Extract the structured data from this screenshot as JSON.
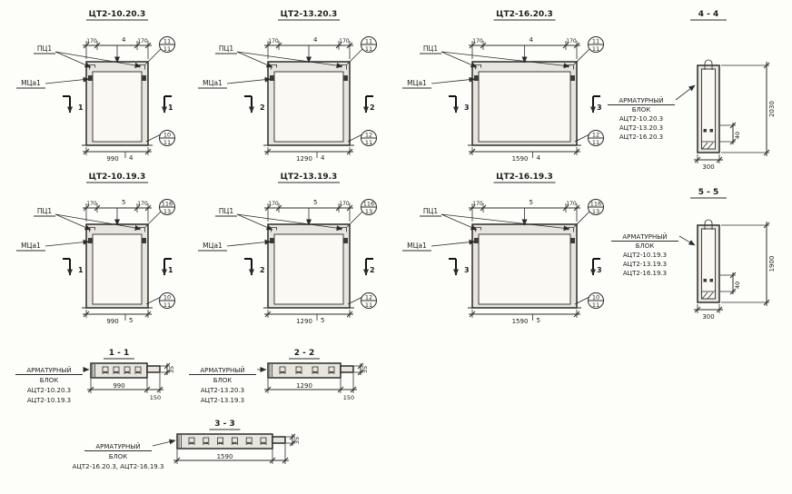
{
  "sheet": {
    "colors": {
      "ink": "#2b2b2b",
      "paper": "#fdfdfa",
      "concrete_fill": "#e7e5dd"
    },
    "panels": [
      {
        "title": "ЦТ2-10.20.3",
        "pc_label": "ПЦ1",
        "mc_label": "МЦа1",
        "seg_left": "170",
        "seg_right": "170",
        "pos_top": "4",
        "section_no": "1",
        "bottom_dim": "990",
        "pos_bottom": "4",
        "ref_top": [
          "11",
          "11"
        ],
        "ref_bottom": [
          "10",
          "11"
        ]
      },
      {
        "title": "ЦТ2-13.20.3",
        "pc_label": "ПЦ1",
        "mc_label": "МЦа1",
        "seg_left": "170",
        "seg_right": "170",
        "pos_top": "4",
        "section_no": "2",
        "bottom_dim": "1290",
        "pos_bottom": "4",
        "ref_top": [
          "11",
          "11"
        ],
        "ref_bottom": [
          "12",
          "11"
        ]
      },
      {
        "title": "ЦТ2-16.20.3",
        "pc_label": "ПЦ1",
        "mc_label": "МЦа1",
        "seg_left": "170",
        "seg_right": "170",
        "pos_top": "4",
        "section_no": "3",
        "bottom_dim": "1590",
        "pos_bottom": "4",
        "ref_top": [
          "11",
          "11"
        ],
        "ref_bottom": [
          "12",
          "11"
        ]
      },
      {
        "title": "ЦТ2-10.19.3",
        "pc_label": "ПЦ1",
        "mc_label": "МЦа1",
        "seg_left": "170",
        "seg_right": "170",
        "pos_top": "5",
        "section_no": "1",
        "bottom_dim": "990",
        "pos_bottom": "5",
        "ref_top": [
          "116",
          "13"
        ],
        "ref_bottom": [
          "10",
          "11"
        ]
      },
      {
        "title": "ЦТ2-13.19.3",
        "pc_label": "ПЦ1",
        "mc_label": "МЦа1",
        "seg_left": "170",
        "seg_right": "170",
        "pos_top": "5",
        "section_no": "2",
        "bottom_dim": "1290",
        "pos_bottom": "5",
        "ref_top": [
          "116",
          "13"
        ],
        "ref_bottom": [
          "12",
          "11"
        ]
      },
      {
        "title": "ЦТ2-16.19.3",
        "pc_label": "ПЦ1",
        "mc_label": "МЦа1",
        "seg_left": "170",
        "seg_right": "170",
        "pos_top": "5",
        "section_no": "3",
        "bottom_dim": "1590",
        "pos_bottom": "5",
        "ref_top": [
          "116",
          "13"
        ],
        "ref_bottom": [
          "10",
          "11"
        ]
      }
    ],
    "side_sections": [
      {
        "title": "4 - 4",
        "height_dim": "2030",
        "thickness_dim": "40",
        "width_dim": "300",
        "note_lines": [
          "АРМАТУРНЫЙ",
          "БЛОК",
          "АЦТ2-10.20.3",
          "АЦТ2-13.20.3",
          "АЦТ2-16.20.3"
        ]
      },
      {
        "title": "5 - 5",
        "height_dim": "1900",
        "thickness_dim": "40",
        "width_dim": "300",
        "note_lines": [
          "АРМАТУРНЫЙ",
          "БЛОК",
          "АЦТ2-10.19.3",
          "АЦТ2-13.19.3",
          "АЦТ2-16.19.3"
        ]
      }
    ],
    "bar_sections": [
      {
        "title": "1 - 1",
        "width_dim": "990",
        "step_dim": "150",
        "thickness_dim": "35",
        "note_lines": [
          "АРМАТУРНЫЙ",
          "БЛОК",
          "АЦТ2-10.20.3",
          "АЦТ2-10.19.3"
        ]
      },
      {
        "title": "2 - 2",
        "width_dim": "1290",
        "step_dim": "150",
        "thickness_dim": "35",
        "note_lines": [
          "АРМАТУРНЫЙ",
          "БЛОК",
          "АЦТ2-13.20.3",
          "АЦТ2-13.19.3"
        ]
      },
      {
        "title": "3 - 3",
        "width_dim": "1590",
        "step_dim": "",
        "thickness_dim": "35",
        "note_lines": [
          "АРМАТУРНЫЙ",
          "БЛОК",
          "АЦТ2-16.20.3, АЦТ2-16.19.3"
        ]
      }
    ]
  }
}
